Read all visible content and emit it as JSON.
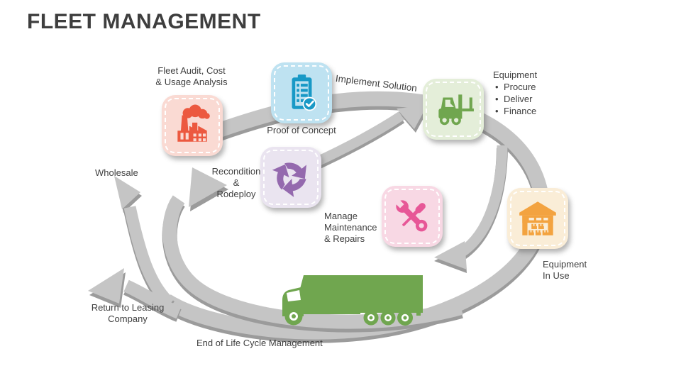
{
  "title": "FLEET MANAGEMENT",
  "colors": {
    "background": "#ffffff",
    "text": "#3f3f3f",
    "arrow_light": "#c5c5c5",
    "arrow_dark": "#9b9b9b",
    "factory_tile": "#fadad3",
    "factory_icon": "#ec5940",
    "clipboard_tile": "#bee2f1",
    "clipboard_icon": "#1899c6",
    "forklift_tile": "#e4eed9",
    "forklift_icon": "#70a64f",
    "recycle_tile": "#eae4f0",
    "recycle_icon": "#9469ae",
    "tools_tile": "#f8d8e4",
    "tools_icon": "#e75797",
    "warehouse_tile": "#faedd7",
    "warehouse_icon": "#f3a340",
    "truck_icon": "#70a64f"
  },
  "nodes": {
    "fleet_audit": {
      "icon": "factory-icon",
      "label_lines": [
        "Fleet Audit, Cost",
        "& Usage Analysis"
      ]
    },
    "proof_of_concept": {
      "icon": "clipboard-check-icon",
      "label": "Proof of Concept"
    },
    "implement_solution": {
      "label": "Implement Solution"
    },
    "equipment": {
      "icon": "forklift-icon",
      "title": "Equipment",
      "items": [
        "Procure",
        "Deliver",
        "Finance"
      ]
    },
    "equipment_in_use": {
      "icon": "warehouse-icon",
      "label_lines": [
        "Equipment",
        "In Use"
      ]
    },
    "manage_maintenance": {
      "icon": "tools-icon",
      "label_lines": [
        "Manage",
        "Maintenance",
        "& Repairs"
      ]
    },
    "recondition": {
      "icon": "recycle-icon",
      "label_lines": [
        "Recondition",
        "&",
        "Rodeploy"
      ]
    },
    "wholesale": {
      "label": "Wholesale"
    },
    "return_to_leasing": {
      "label_lines": [
        "Return to Leasing",
        "Company"
      ]
    },
    "end_of_life": {
      "icon": "truck-icon",
      "label": "End of Life Cycle Management"
    }
  }
}
